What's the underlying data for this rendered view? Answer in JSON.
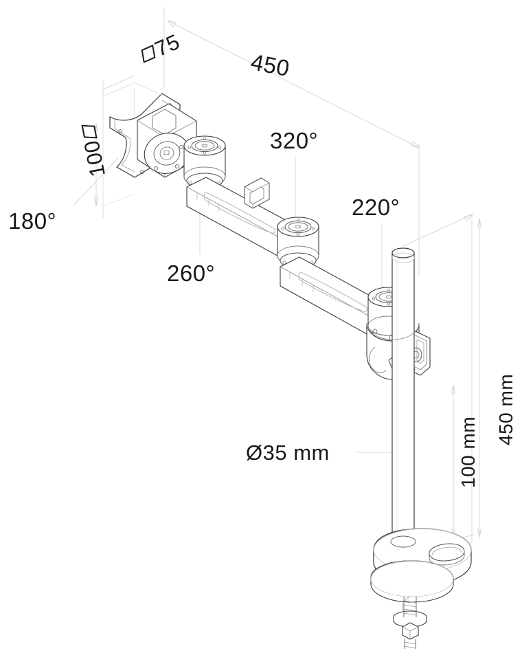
{
  "drawing": {
    "type": "technical-isometric-line-drawing",
    "subject": "monitor-desk-mount-arm-with-pole-and-desk-clamp",
    "background_color": "#ffffff",
    "line_color_dark": "#2b2b2b",
    "line_color_light": "#c9ccd2",
    "dimension_line_color": "#d3d6db",
    "text_color": "#15181c"
  },
  "dimensions": {
    "vesa_small": {
      "label": "75",
      "prefix_symbol": "square",
      "full": "□75"
    },
    "vesa_large": {
      "label": "100",
      "prefix_symbol": "square",
      "full": "100□"
    },
    "reach": {
      "label": "450"
    },
    "pole_diameter": {
      "label": "Ø35 mm"
    },
    "pole_height_lower": {
      "label": "100 mm"
    },
    "pole_height_total": {
      "label": "450 mm"
    }
  },
  "angles": {
    "monitor_rotation": "180°",
    "elbow_joint": "260°",
    "shoulder_joint": "320°",
    "pole_joint": "220°"
  },
  "labels": [
    {
      "id": "vesa-75",
      "text": "75",
      "has_square": true
    },
    {
      "id": "vesa-100",
      "text": "100",
      "has_square": true
    },
    {
      "id": "reach-450",
      "text": "450"
    },
    {
      "id": "angle-180",
      "text": "180°"
    },
    {
      "id": "angle-260",
      "text": "260°"
    },
    {
      "id": "angle-320",
      "text": "320°"
    },
    {
      "id": "angle-220",
      "text": "220°"
    },
    {
      "id": "diameter-35",
      "text": "Ø35 mm"
    },
    {
      "id": "height-100",
      "text": "100 mm"
    },
    {
      "id": "height-450",
      "text": "450 mm"
    }
  ],
  "watermark": {
    "text": ""
  }
}
